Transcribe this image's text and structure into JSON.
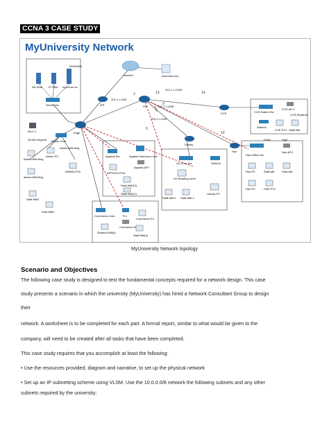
{
  "header": {
    "label": "CCNA 3 CASE STUDY"
  },
  "diagram": {
    "title": "MyUniversity Network",
    "caption": "MyUniversity Network topology",
    "labels": {
      "dns_web": "DNS/WEb",
      "ad_stub": "AD-Stub",
      "ip_stub": "IP-Stub",
      "myuni_server": "myuni-ac.za",
      "switch_srv": "Server-Sw",
      "internet": "Internet",
      "www": "www.test.com",
      "isp": "ISP",
      "wlc": "WLC-1",
      "edge": "Edge",
      "r_isp": "ISP",
      "link1": "201.1.1.0/30",
      "link2": "201.1.1.4/30",
      "link3": "201.1.1.8/30",
      "link_up": "201.1.1.12/30",
      "num2": "2",
      "num13": "13",
      "num14": "14",
      "num9": "9",
      "num5": "5",
      "num6": "6",
      "num10": "10",
      "num3": "3",
      "cce": "CCE",
      "cce_sw": "CCE-Switch-Sw",
      "cce_ap": "CCE-AP-1",
      "cce_student": "CCE-StudentI",
      "switch0": "Switch0",
      "cce_pc1": "CCE-PC1",
      "staff_wifi": "Staff-Wifi",
      "library": "Library",
      "lib_core": "Lib-Core-Sw",
      "switch2": "Switch2",
      "lib_reading": "Lib-Reading room",
      "staff_wifi1": "Staff-Wifi-1",
      "staff_wifi2": "Staff-Wifi-2",
      "library_pc": "Library-PC",
      "hse": "Hse",
      "hse_office": "Hse-Office-Sw",
      "fa02": "Fa0/2",
      "gig0": "Gig0",
      "hse_ap": "Hse-AP4",
      "hse_pc": "Hse-PC",
      "staff_wifi3": "Staff-wifi",
      "stud_wifi": "Stud-wifi",
      "hse_pc2": "HSE-PC2",
      "wlan_mngmt": "WLAN mngmnt",
      "admin_core": "Admin-Core",
      "admin_wifi": "Admin-Wifi-Mng",
      "admin_pc": "Admin-PC",
      "admin_pc2": "Admin-PC0",
      "admin_wifi2": "admin-Wifi-Mng",
      "admin_pc6": "ADMIN-PC6",
      "staff_wifi4": "Staff-Wifi2",
      "stud_wifi2": "Stud-Wifi2",
      "applied_sw": "Applied-Sw",
      "applied_core": "Applied Sciences-Core",
      "applied_pc": "APPLIED-PC8",
      "applied_ap": "Applied-AP7",
      "stud_wifi3": "Stud-Wifi(12)",
      "staff_wifi5": "Staff-Wifi(11)",
      "commerce_core": "Commerce-Core",
      "commerce_sw": "Tf-1",
      "commerce_pc": "Commerce-PC",
      "student_wifi": "Student-Wifi(4)",
      "commerce_ap": "Commerce-AP",
      "staff_wifi6": "Staff-Wifi(3)"
    }
  },
  "section": {
    "heading": "Scenario and Objectives",
    "line1": "The following case study is designed to test the fundamental concepts required for a network design. This case",
    "line2": "study presents a scenario in which the university (MyUniversity) has hired a Network Consultant Group to design",
    "line3": "their",
    "line4": "network. A worksheet is to be completed for each part. A formal report, similar to what would be given to the",
    "line5": "company, will need to be created after all tasks that have been completed.",
    "line6": "This case study requires that you accomplish at least the following:",
    "bullet1": "•  Use the resources provided, diagram and narrative, to set up the physical network",
    "bullet2": "•  Set up an IP subnetting scheme using VLSM. Use the 10.0.0.0/8 network the following subnets and any other",
    "bullet2b": "subnets required by the university:"
  }
}
